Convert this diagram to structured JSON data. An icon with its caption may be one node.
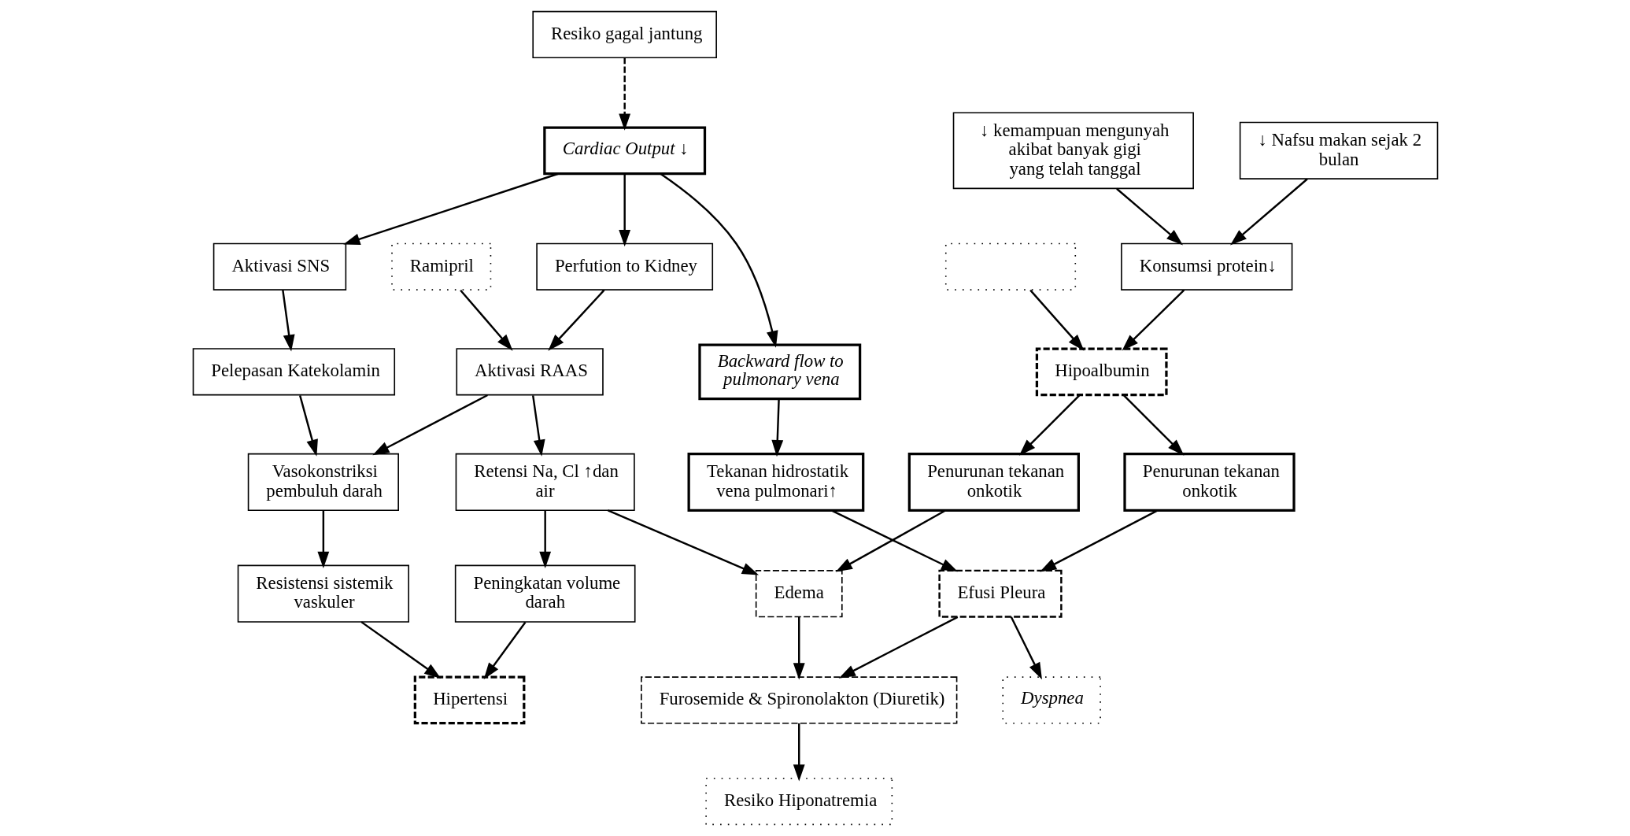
{
  "diagram": {
    "nodes": [
      {
        "text": [
          "Resiko gagal jantung"
        ]
      },
      {
        "text": [
          "Cardiac Output ↓"
        ]
      },
      {
        "text": [
          "Aktivasi SNS"
        ]
      },
      {
        "text": [
          "Pelepasan Katekolamin"
        ]
      },
      {
        "text": [
          "Vasokonstriksi pembuluh darah"
        ]
      },
      {
        "text": [
          "Resistensi sistemik vaskuler"
        ]
      },
      {
        "text": [
          "Backward flow to pulmonary vena"
        ]
      },
      {
        "text": [
          "Perfution to Kidney"
        ]
      },
      {
        "text": [
          "Aktivasi RAAS"
        ]
      },
      {
        "text": [
          "Retensi Na, Cl ↑dan air"
        ]
      },
      {
        "text": [
          "Peningkatan volume darah"
        ]
      },
      {
        "text": [
          "Ramipril"
        ]
      },
      {
        "text": [
          "Edema"
        ]
      },
      {
        "text": [
          "Tekanan hidrostatik vena pulmonari↑"
        ]
      },
      {
        "text": [
          "Furosemide & Spironolakton (Diuretik)"
        ]
      },
      {
        "text": [
          "Penurunan tekanan onkotik"
        ]
      },
      {
        "text": [
          "Hipertensi"
        ]
      },
      {
        "text": [
          "Resiko Hiponatremia"
        ]
      },
      {
        "text": [
          "Efusi Pleura"
        ]
      },
      {
        "text": [
          "Dyspnea"
        ]
      },
      {
        "text": [
          "Penurunan tekanan onkotik"
        ]
      },
      {
        "text": [
          "Hipoalbumin"
        ]
      },
      {
        "text": [
          "Konsumsi protein↓"
        ]
      },
      {
        "text": [],
        "shape": "box"
      },
      {
        "text": [
          "↓ Nafsu makan sejak 2 bulan"
        ]
      },
      {
        "text": [
          "↓ kemampuan mengunyah akibat banyak gigi yang telah tanggal"
        ]
      }
    ],
    "edges": [
      {
        "from": 0,
        "to": 1,
        "arrow": "to",
        "style": "dashed"
      },
      {
        "from": 1,
        "to": 2,
        "arrow": "to"
      },
      {
        "from": 1,
        "to": 7,
        "arrow": "to"
      },
      {
        "from": 1,
        "to": 6,
        "arrow": "to"
      },
      {
        "from": 2,
        "to": 3,
        "arrow": "to"
      },
      {
        "from": 3,
        "to": 4,
        "arrow": "to"
      },
      {
        "from": 7,
        "to": 8,
        "arrow": "to"
      },
      {
        "from": 8,
        "to": 4,
        "arrow": "to"
      },
      {
        "from": 8,
        "to": 9,
        "arrow": "to"
      },
      {
        "from": 4,
        "to": 5,
        "arrow": "to"
      },
      {
        "from": 9,
        "to": 10,
        "arrow": "to"
      },
      {
        "from": 5,
        "to": 16,
        "arrow": "to"
      },
      {
        "from": 10,
        "to": 16,
        "arrow": "to"
      },
      {
        "from": 11,
        "to": 8,
        "arrow": "to"
      },
      {
        "from": 9,
        "to": 12,
        "arrow": "to"
      },
      {
        "from": 12,
        "to": 14,
        "arrow": "to"
      },
      {
        "from": 15,
        "to": 12,
        "arrow": "to"
      },
      {
        "from": 14,
        "to": 17,
        "arrow": "to"
      },
      {
        "from": 6,
        "to": 13,
        "arrow": "to"
      },
      {
        "from": 13,
        "to": 18,
        "arrow": "to"
      },
      {
        "from": 18,
        "to": 14,
        "arrow": "to"
      },
      {
        "from": 18,
        "to": 19,
        "arrow": "to"
      },
      {
        "from": 20,
        "to": 18,
        "arrow": "to"
      },
      {
        "from": 21,
        "to": 20,
        "arrow": "to"
      },
      {
        "from": 21,
        "to": 15,
        "arrow": "to"
      },
      {
        "from": 22,
        "to": 21,
        "arrow": "to"
      },
      {
        "from": 23,
        "to": 21,
        "arrow": "to"
      },
      {
        "from": 24,
        "to": 22,
        "arrow": "to"
      },
      {
        "from": 25,
        "to": 22,
        "arrow": "to"
      }
    ]
  }
}
